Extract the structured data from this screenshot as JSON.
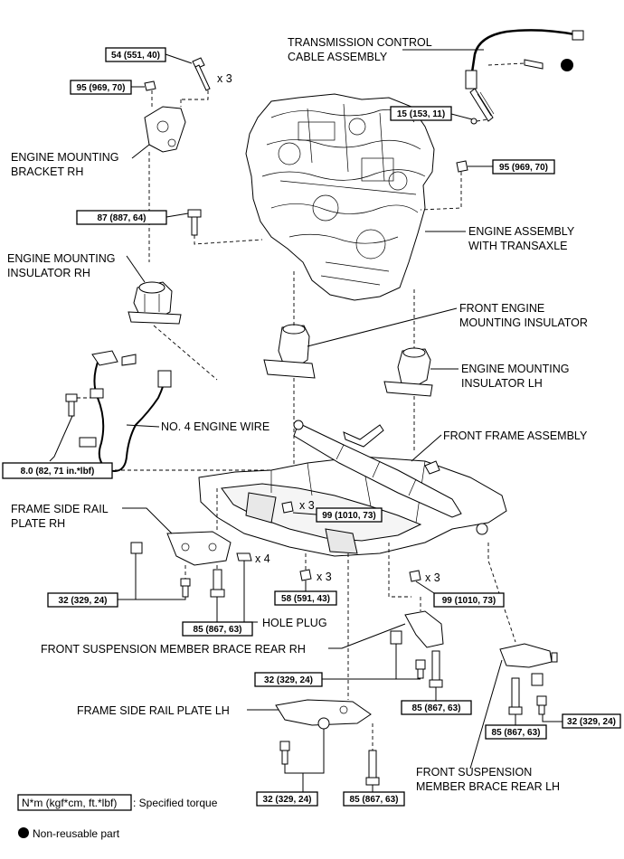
{
  "labels": {
    "transmission_cable": [
      "TRANSMISSION CONTROL",
      "CABLE ASSEMBLY"
    ],
    "mounting_bracket_rh": [
      "ENGINE MOUNTING",
      "BRACKET RH"
    ],
    "engine_assembly": [
      "ENGINE ASSEMBLY",
      "WITH TRANSAXLE"
    ],
    "mounting_insulator_rh": [
      "ENGINE MOUNTING",
      "INSULATOR RH"
    ],
    "front_engine_insulator": [
      "FRONT ENGINE",
      "MOUNTING INSULATOR"
    ],
    "mounting_insulator_lh": [
      "ENGINE MOUNTING",
      "INSULATOR LH"
    ],
    "engine_wire": "NO. 4 ENGINE WIRE",
    "front_frame": "FRONT FRAME ASSEMBLY",
    "frame_side_rail_rh": [
      "FRAME SIDE RAIL",
      "PLATE RH"
    ],
    "hole_plug": "HOLE PLUG",
    "brace_rear_rh": "FRONT SUSPENSION MEMBER BRACE REAR RH",
    "frame_side_rail_lh": "FRAME SIDE RAIL PLATE LH",
    "brace_rear_lh": [
      "FRONT SUSPENSION",
      "MEMBER BRACE REAR LH"
    ]
  },
  "torques": {
    "t54": "54 (551, 40)",
    "t95a": "95 (969, 70)",
    "t15": "15 (153, 11)",
    "t95b": "95 (969, 70)",
    "t87": "87 (887, 64)",
    "t8": "8.0 (82, 71 in.*lbf)",
    "t99a": "99 (1010, 73)",
    "t32a": "32 (329, 24)",
    "t85a": "85 (867, 63)",
    "t58": "58 (591, 43)",
    "t99b": "99 (1010, 73)",
    "t32b": "32 (329, 24)",
    "t85b": "85 (867, 63)",
    "t85c": "85 (867, 63)",
    "t32c": "32 (329, 24)",
    "t32d": "32 (329, 24)",
    "t85d": "85 (867, 63)"
  },
  "multipliers": {
    "m1": "x 3",
    "m2": "x 3",
    "m3": "x 4",
    "m4": "x 3",
    "m5": "x 3"
  },
  "legend": {
    "torque_key": "N*m (kgf*cm, ft.*lbf)",
    "torque_desc": ": Specified torque",
    "nonreusable": "Non-reusable part"
  }
}
